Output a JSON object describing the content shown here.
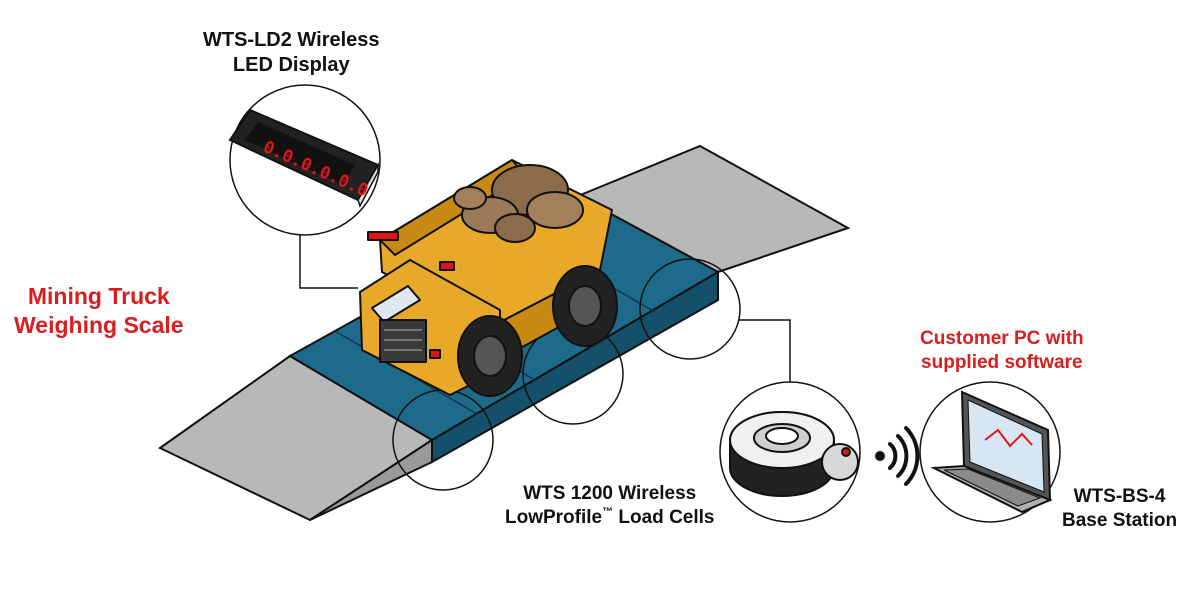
{
  "title": {
    "line1": "Mining Truck",
    "line2": "Weighing Scale"
  },
  "labels": {
    "display": {
      "line1": "WTS-LD2 Wireless",
      "line2": "LED Display",
      "digits": "0.0.0.0.0.0"
    },
    "pc": {
      "line1": "Customer PC with",
      "line2": "supplied software"
    },
    "load_cells": {
      "line1": "WTS 1200 Wireless",
      "line2_prefix": "LowProfile",
      "line2_tm": "™",
      "line2_suffix": " Load Cells"
    },
    "base_station": {
      "line1": "WTS-BS-4",
      "line2": "Base Station"
    }
  },
  "colors": {
    "accent_red": "#d81e1e",
    "platform_blue": "#1e6a8a",
    "ramp_gray": "#b8b8b8",
    "truck_yellow": "#e8a82a",
    "led_red": "#e01616"
  },
  "icons": [
    "led-display-icon",
    "mining-truck-icon",
    "load-cell-icon",
    "wireless-signal-icon",
    "laptop-icon"
  ]
}
